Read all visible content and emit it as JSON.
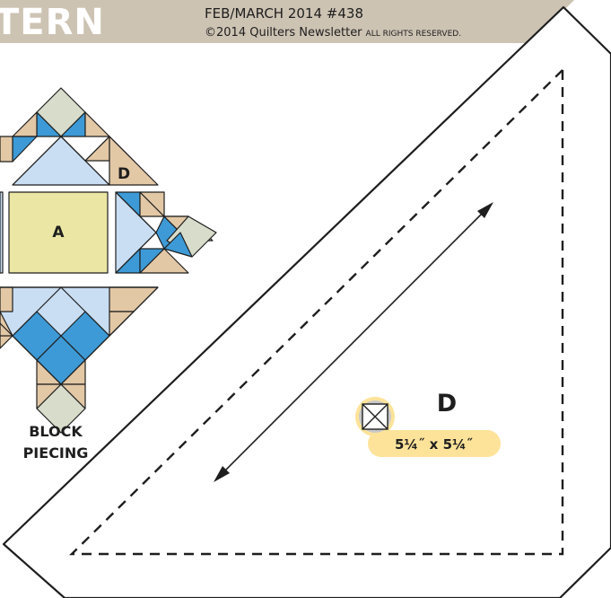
{
  "header": {
    "title_fragment": "TERN",
    "issue": "FEB/MARCH 2014   #438",
    "copyright_main": "©2014 Quilters Newsletter",
    "copyright_small": "ALL RIGHTS RESERVED."
  },
  "block": {
    "center_label": "A",
    "corner_label": "D",
    "caption_line1": "BLOCK",
    "caption_line2": "PIECING"
  },
  "template": {
    "label": "D",
    "cut_size": "5¼˝ x 5¼˝",
    "cut_icon": "square-cut-diagonally-icon"
  },
  "colors": {
    "banner": "#cdc3b3",
    "tan": "#e3c8a6",
    "blue": "#3d9ad6",
    "light_blue": "#c9def3",
    "gray_green": "#d7dccb",
    "yellow": "#ebe6a4",
    "badge": "#fde39a",
    "outline": "#1e1e1e"
  }
}
